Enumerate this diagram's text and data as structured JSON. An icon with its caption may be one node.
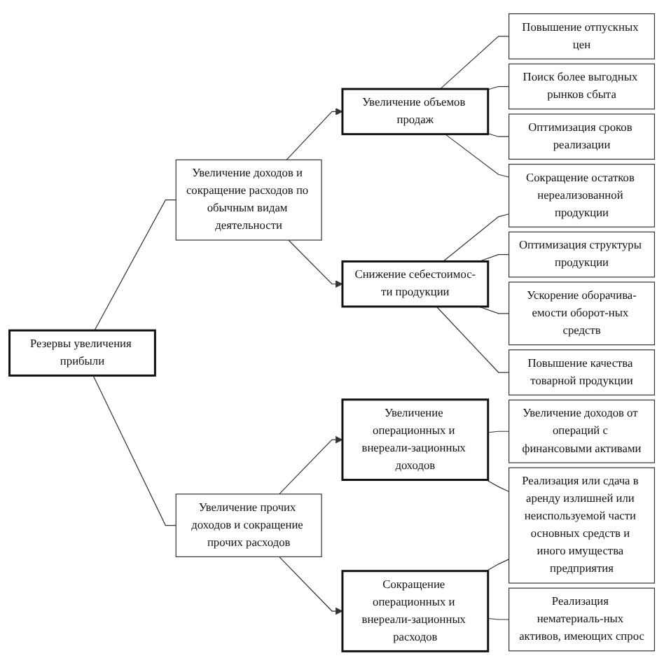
{
  "diagram": {
    "nodes": [
      {
        "text": [
          "Резервы увеличения прибыли"
        ]
      },
      {
        "text": [
          "Увеличение доходов и сокращение расходов по обычным видам деятельности"
        ]
      },
      {
        "text": [
          "Увеличение прочих доходов и сокращение прочих расходов"
        ]
      },
      {
        "text": [
          "Увеличение объемов продаж"
        ]
      },
      {
        "text": [
          "Снижение себестоимос-ти продукции"
        ]
      },
      {
        "text": [
          "Увеличение операционных и внереали-зационных доходов"
        ]
      },
      {
        "text": [
          "Сокращение операционных и внереали-зационных расходов"
        ]
      },
      {
        "text": [
          "Повышение отпускных цен"
        ]
      },
      {
        "text": [
          "Поиск более выгодных рынков сбыта"
        ]
      },
      {
        "text": [
          "Оптимизация сроков реализации"
        ]
      },
      {
        "text": [
          "Оптимизация структуры продукции"
        ]
      },
      {
        "text": [
          "Ускорение оборачива-емости оборот-ных средств"
        ]
      },
      {
        "text": [
          "Повышение качества товарной продукции"
        ]
      },
      {
        "text": [
          "Сокращение остатков нереализованной продукции"
        ]
      },
      {
        "text": [
          "Увеличение доходов от операций с финансовыми активами"
        ]
      },
      {
        "text": [
          "Реализация нематериаль-ных активов, имеющих спрос"
        ]
      },
      {
        "text": [
          "Реализация или сдача в аренду излишней или неиспользуемой части основных средств и иного имущества предприятия"
        ]
      }
    ],
    "edges": [
      {
        "from": 0,
        "to": 1,
        "arrow": "none"
      },
      {
        "from": 0,
        "to": 2,
        "arrow": "none"
      },
      {
        "from": 1,
        "to": 3,
        "arrow": "to"
      },
      {
        "from": 1,
        "to": 4,
        "arrow": "to"
      },
      {
        "from": 2,
        "to": 5,
        "arrow": "to"
      },
      {
        "from": 2,
        "to": 6,
        "arrow": "to"
      },
      {
        "from": 3,
        "to": 7,
        "arrow": "none"
      },
      {
        "from": 3,
        "to": 8,
        "arrow": "none"
      },
      {
        "from": 3,
        "to": 9,
        "arrow": "none"
      },
      {
        "from": 3,
        "to": 13,
        "arrow": "none"
      },
      {
        "from": 4,
        "to": 10,
        "arrow": "none"
      },
      {
        "from": 4,
        "to": 11,
        "arrow": "none"
      },
      {
        "from": 4,
        "to": 12,
        "arrow": "none"
      },
      {
        "from": 4,
        "to": 13,
        "arrow": "none"
      },
      {
        "from": 5,
        "to": 14,
        "arrow": "none"
      },
      {
        "from": 5,
        "to": 16,
        "arrow": "none"
      },
      {
        "from": 6,
        "to": 15,
        "arrow": "none"
      },
      {
        "from": 6,
        "to": 16,
        "arrow": "none"
      }
    ]
  }
}
